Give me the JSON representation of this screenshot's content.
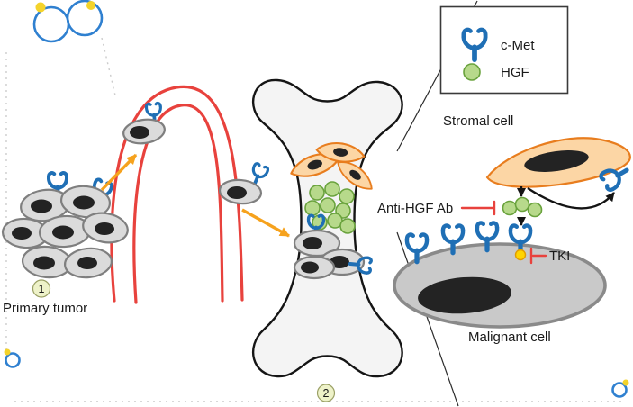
{
  "legend": {
    "items": [
      {
        "icon": "c-met-receptor-icon",
        "label": "c-Met"
      },
      {
        "icon": "hgf-molecule-icon",
        "label": "HGF"
      }
    ]
  },
  "labels": {
    "stromal_cell": "Stromal cell",
    "anti_hgf_ab": "Anti-HGF Ab",
    "tki": "TKI",
    "malignant_cell": "Malignant cell",
    "primary_tumor": "Primary tumor",
    "step_1": "1",
    "step_2": "2"
  },
  "colors": {
    "receptor_blue": "#1f6fb5",
    "hgf_green_fill": "#b7d98b",
    "hgf_green_stroke": "#69a23c",
    "vessel_red": "#e8423d",
    "inhibit_red": "#e8423d",
    "arrow_orange": "#f6a21d",
    "stromal_fill": "#fcd6a5",
    "stromal_stroke": "#e87d1e",
    "cell_gray_fill": "#dbdbdb",
    "cell_gray_stroke": "#7f7f7f",
    "malignant_fill": "#c9c9c9",
    "malignant_stroke": "#8a8a8a",
    "nucleus_dark": "#232323",
    "bone_fill": "#f4f4f4",
    "bone_stroke": "#151515",
    "tki_dot_yellow": "#ffd400",
    "badge_fill": "#eef2c9",
    "decoration_blue": "#2f80d0",
    "decoration_yellow": "#f4d32b"
  }
}
